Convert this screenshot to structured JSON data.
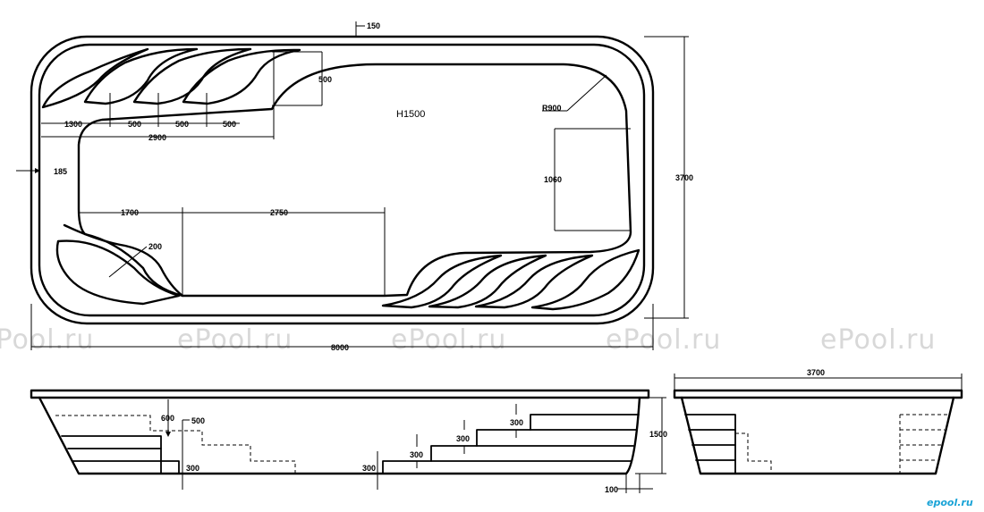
{
  "watermark": "ePool.ru",
  "brand": "epool.ru",
  "plan": {
    "depth_label": "H1500",
    "radius_label": "R900",
    "dims": {
      "top_wall": "150",
      "left_wall": "185",
      "step_rise": "500",
      "seg_1300": "1300",
      "seg_500a": "500",
      "seg_500b": "500",
      "seg_500c": "500",
      "seg_2900": "2900",
      "seg_1700": "1700",
      "seg_2750": "2750",
      "gap_200": "200",
      "bench_1060": "1060",
      "width_3700": "3700",
      "length_8000": "8000"
    }
  },
  "side": {
    "dims": {
      "h600": "600",
      "h500": "500",
      "h300_left": "300",
      "h300_mid": "300",
      "h300_s1": "300",
      "h300_s2": "300",
      "h300_s3": "300",
      "depth_1500": "1500",
      "lip_100": "100"
    }
  },
  "end": {
    "dims": {
      "width_3700": "3700"
    }
  }
}
